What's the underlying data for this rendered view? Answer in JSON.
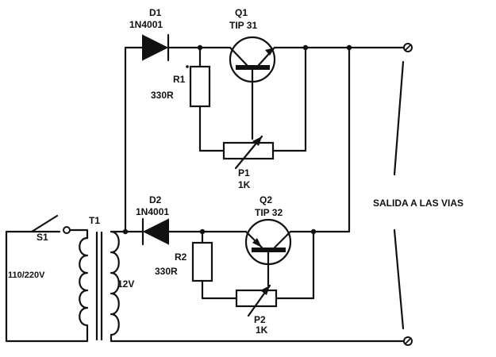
{
  "components": {
    "d1": {
      "ref": "D1",
      "part": "1N4001"
    },
    "q1": {
      "ref": "Q1",
      "part": "TIP 31"
    },
    "r1": {
      "ref": "R1",
      "value": "330R"
    },
    "p1": {
      "ref": "P1",
      "value": "1K"
    },
    "d2": {
      "ref": "D2",
      "part": "1N4001"
    },
    "q2": {
      "ref": "Q2",
      "part": "TIP 32"
    },
    "r2": {
      "ref": "R2",
      "value": "330R"
    },
    "p2": {
      "ref": "P2",
      "value": "1K"
    },
    "t1": {
      "ref": "T1",
      "secondary": "12V"
    },
    "s1": {
      "ref": "S1"
    },
    "mains": {
      "label": "110/220V"
    }
  },
  "output": {
    "label": "SALIDA A LAS VIAS"
  }
}
